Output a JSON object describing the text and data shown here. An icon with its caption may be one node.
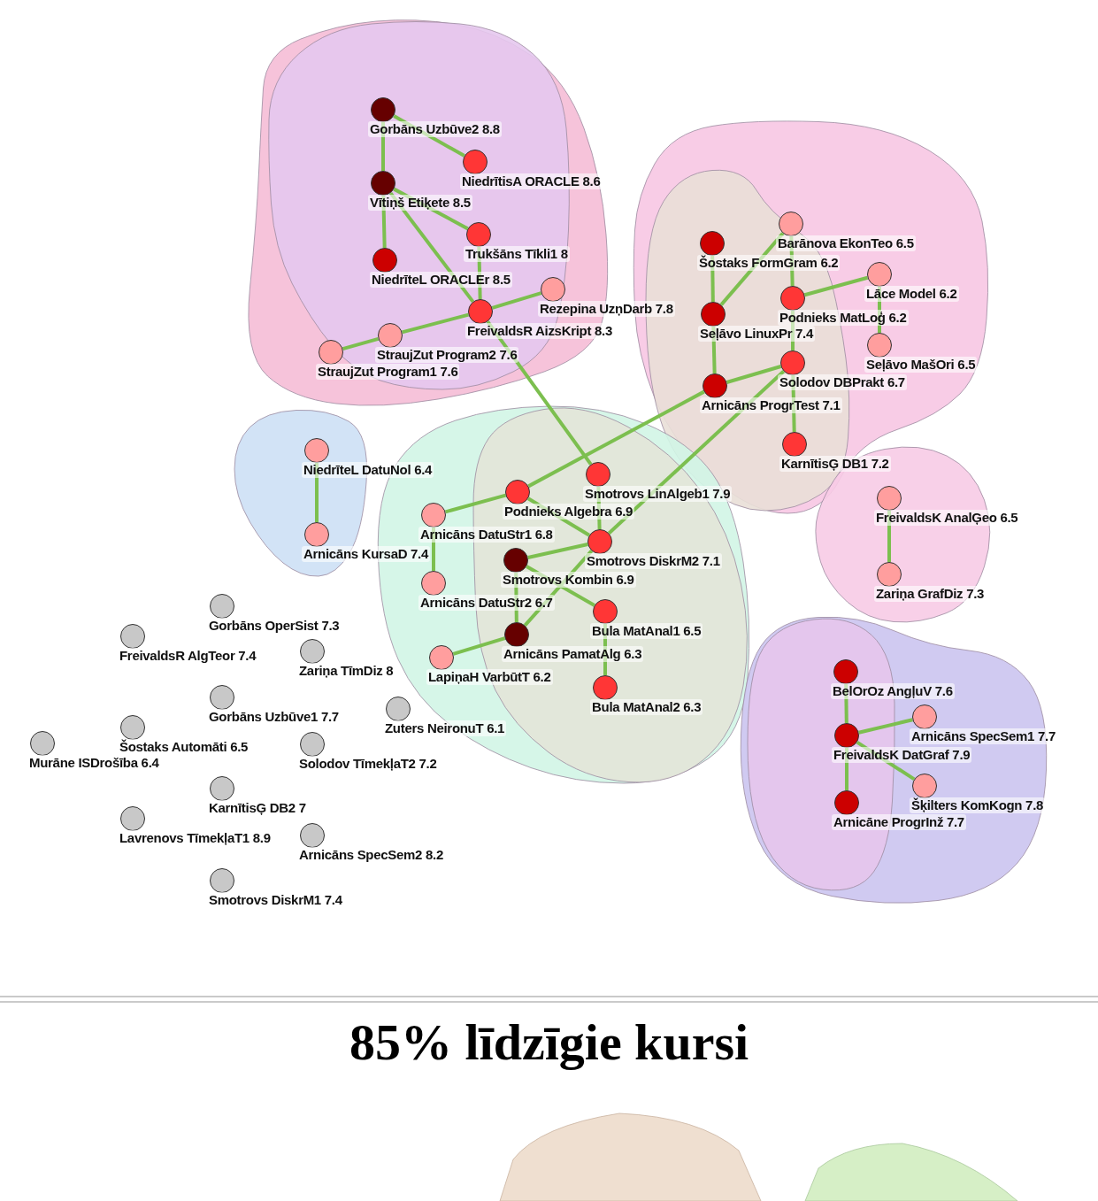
{
  "diagram": {
    "title": "85% līdzīgie kursi",
    "nodes": [
      {
        "text": [],
        "shape": "circle",
        "beside": [
          "Gorbāns Uzbūve2 8.8"
        ]
      },
      {
        "text": [],
        "shape": "circle",
        "beside": [
          "NiedrītisA ORACLE 8.6"
        ]
      },
      {
        "text": [],
        "shape": "circle",
        "beside": [
          "Vītiņš Etiķete 8.5"
        ]
      },
      {
        "text": [],
        "shape": "circle",
        "beside": [
          "Trukšāns Tīkli1 8"
        ]
      },
      {
        "text": [],
        "shape": "circle",
        "beside": [
          "NiedrīteL ORACLEr 8.5"
        ]
      },
      {
        "text": [],
        "shape": "circle",
        "beside": [
          "Rezepina UzņDarb 7.8"
        ]
      },
      {
        "text": [],
        "shape": "circle",
        "beside": [
          "FreivaldsR AizsKript 8.3"
        ]
      },
      {
        "text": [],
        "shape": "circle",
        "beside": [
          "StraujZut Program2 7.6"
        ]
      },
      {
        "text": [],
        "shape": "circle",
        "beside": [
          "StraujZut Program1 7.6"
        ]
      },
      {
        "text": [],
        "shape": "circle",
        "beside": [
          "Barānova EkonTeo 6.5"
        ]
      },
      {
        "text": [],
        "shape": "circle",
        "beside": [
          "Šostaks FormGram 6.2"
        ]
      },
      {
        "text": [],
        "shape": "circle",
        "beside": [
          "Lāce Model 6.2"
        ]
      },
      {
        "text": [],
        "shape": "circle",
        "beside": [
          "Podnieks MatLoģ 6.2"
        ]
      },
      {
        "text": [],
        "shape": "circle",
        "beside": [
          "Seļāvo LinuxPr 7.4"
        ]
      },
      {
        "text": [],
        "shape": "circle",
        "beside": [
          "Seļāvo MašOri 6.5"
        ]
      },
      {
        "text": [],
        "shape": "circle",
        "beside": [
          "Solodov DBPrakt 6.7"
        ]
      },
      {
        "text": [],
        "shape": "circle",
        "beside": [
          "Arnicāns ProgrTest 7.1"
        ]
      },
      {
        "text": [],
        "shape": "circle",
        "beside": [
          "KarnītisĢ DB1 7.2"
        ]
      },
      {
        "text": [],
        "shape": "circle",
        "beside": [
          "NiedrīteL DatuNol 6.4"
        ]
      },
      {
        "text": [],
        "shape": "circle",
        "beside": [
          "Arnicāns KursaD 7.4"
        ]
      },
      {
        "text": [],
        "shape": "circle",
        "beside": [
          "Smotrovs LinAlgeb1 7.9"
        ]
      },
      {
        "text": [],
        "shape": "circle",
        "beside": [
          "Podnieks Algebra 6.9"
        ]
      },
      {
        "text": [],
        "shape": "circle",
        "beside": [
          "Arnicāns DatuStr1 6.8"
        ]
      },
      {
        "text": [],
        "shape": "circle",
        "beside": [
          "Smotrovs DiskrM2 7.1"
        ]
      },
      {
        "text": [],
        "shape": "circle",
        "beside": [
          "Smotrovs Kombin 6.9"
        ]
      },
      {
        "text": [],
        "shape": "circle",
        "beside": [
          "Arnicāns DatuStr2 6.7"
        ]
      },
      {
        "text": [],
        "shape": "circle",
        "beside": [
          "Bula MatAnal1 6.5"
        ]
      },
      {
        "text": [],
        "shape": "circle",
        "beside": [
          "Arnicāns PamatAlg 6.3"
        ]
      },
      {
        "text": [],
        "shape": "circle",
        "beside": [
          "LapiņaH VarbūtT 6.2"
        ]
      },
      {
        "text": [],
        "shape": "circle",
        "beside": [
          "Bula MatAnal2 6.3"
        ]
      },
      {
        "text": [],
        "shape": "circle",
        "beside": [
          "FreivaldsK AnalĢeo 6.5"
        ]
      },
      {
        "text": [],
        "shape": "circle",
        "beside": [
          "Zariņa GrafDiz 7.3"
        ]
      },
      {
        "text": [],
        "shape": "circle",
        "beside": [
          "BelOrOz AngļuV 7.6"
        ]
      },
      {
        "text": [],
        "shape": "circle",
        "beside": [
          "Arnicāns SpecSem1 7.7"
        ]
      },
      {
        "text": [],
        "shape": "circle",
        "beside": [
          "FreivaldsK DatGraf 7.9"
        ]
      },
      {
        "text": [],
        "shape": "circle",
        "beside": [
          "Šķilters KomKogn 7.8"
        ]
      },
      {
        "text": [],
        "shape": "circle",
        "beside": [
          "Arnicāne ProgrInž 7.7"
        ]
      },
      {
        "text": [],
        "shape": "circle",
        "beside": [
          "Gorbāns OperSist 7.3"
        ]
      },
      {
        "text": [],
        "shape": "circle",
        "beside": [
          "FreivaldsR AlgTeor 7.4"
        ]
      },
      {
        "text": [],
        "shape": "circle",
        "beside": [
          "Zariņa TīmDiz 8"
        ]
      },
      {
        "text": [],
        "shape": "circle",
        "beside": [
          "Gorbāns Uzbūve1 7.7"
        ]
      },
      {
        "text": [],
        "shape": "circle",
        "beside": [
          "Zuters NeironuT 6.1"
        ]
      },
      {
        "text": [],
        "shape": "circle",
        "beside": [
          "Šostaks Automāti 6.5"
        ]
      },
      {
        "text": [],
        "shape": "circle",
        "beside": [
          "Murāne ISDrošība 6.4"
        ]
      },
      {
        "text": [],
        "shape": "circle",
        "beside": [
          "Solodov TīmekļaT2 7.2"
        ]
      },
      {
        "text": [],
        "shape": "circle",
        "beside": [
          "KarnītisĢ DB2 7"
        ]
      },
      {
        "text": [],
        "shape": "circle",
        "beside": [
          "Lavrenovs TīmekļaT1 8.9"
        ]
      },
      {
        "text": [],
        "shape": "circle",
        "beside": [
          "Arnicāns SpecSem2 8.2"
        ]
      },
      {
        "text": [],
        "shape": "circle",
        "beside": [
          "Smotrovs DiskrM1 7.4"
        ]
      }
    ],
    "edges": [
      {
        "from": 0,
        "to": 2,
        "arrow": "none"
      },
      {
        "from": 0,
        "to": 1,
        "arrow": "none"
      },
      {
        "from": 2,
        "to": 4,
        "arrow": "none"
      },
      {
        "from": 2,
        "to": 3,
        "arrow": "none"
      },
      {
        "from": 2,
        "to": 6,
        "arrow": "none"
      },
      {
        "from": 3,
        "to": 6,
        "arrow": "none"
      },
      {
        "from": 6,
        "to": 5,
        "arrow": "none"
      },
      {
        "from": 6,
        "to": 7,
        "arrow": "none"
      },
      {
        "from": 7,
        "to": 8,
        "arrow": "none"
      },
      {
        "from": 6,
        "to": 20,
        "arrow": "none"
      },
      {
        "from": 10,
        "to": 13,
        "arrow": "none"
      },
      {
        "from": 9,
        "to": 13,
        "arrow": "none"
      },
      {
        "from": 9,
        "to": 12,
        "arrow": "none"
      },
      {
        "from": 12,
        "to": 11,
        "arrow": "none"
      },
      {
        "from": 11,
        "to": 14,
        "arrow": "none"
      },
      {
        "from": 12,
        "to": 15,
        "arrow": "none"
      },
      {
        "from": 13,
        "to": 16,
        "arrow": "none"
      },
      {
        "from": 16,
        "to": 15,
        "arrow": "none"
      },
      {
        "from": 15,
        "to": 17,
        "arrow": "none"
      },
      {
        "from": 15,
        "to": 23,
        "arrow": "none"
      },
      {
        "from": 16,
        "to": 21,
        "arrow": "none"
      },
      {
        "from": 18,
        "to": 19,
        "arrow": "none"
      },
      {
        "from": 21,
        "to": 22,
        "arrow": "none"
      },
      {
        "from": 22,
        "to": 25,
        "arrow": "none"
      },
      {
        "from": 21,
        "to": 23,
        "arrow": "none"
      },
      {
        "from": 20,
        "to": 23,
        "arrow": "none"
      },
      {
        "from": 23,
        "to": 24,
        "arrow": "none"
      },
      {
        "from": 24,
        "to": 27,
        "arrow": "none"
      },
      {
        "from": 24,
        "to": 26,
        "arrow": "none"
      },
      {
        "from": 23,
        "to": 27,
        "arrow": "none"
      },
      {
        "from": 26,
        "to": 29,
        "arrow": "none"
      },
      {
        "from": 27,
        "to": 28,
        "arrow": "none"
      },
      {
        "from": 30,
        "to": 31,
        "arrow": "none"
      },
      {
        "from": 32,
        "to": 34,
        "arrow": "none"
      },
      {
        "from": 34,
        "to": 36,
        "arrow": "none"
      },
      {
        "from": 34,
        "to": 33,
        "arrow": "none"
      },
      {
        "from": 34,
        "to": 35,
        "arrow": "none"
      }
    ]
  }
}
